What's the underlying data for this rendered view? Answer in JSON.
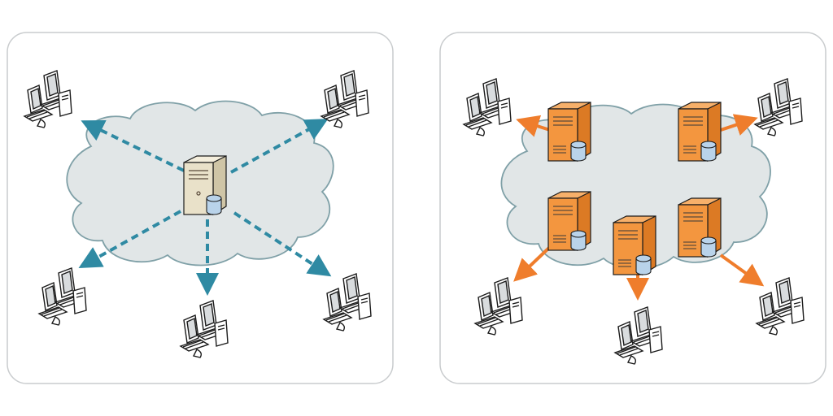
{
  "colors": {
    "panel_border": "#c9ccce",
    "panel_fill": "#ffffff",
    "cloud_fill": "#e1e6e7",
    "cloud_stroke": "#7fa0a7",
    "central_link": "#2f8aa3",
    "distributed_link": "#ef7d2c",
    "server_central_front": "#e9e1c9",
    "server_central_side": "#cfc5a6",
    "server_distributed_front": "#f3963f",
    "server_distributed_side": "#dc7a24",
    "database_fill": "#b9d3ea",
    "monitor_fill": "#d9dcde",
    "device_outline": "#1b1b1b"
  },
  "diagrams": [
    {
      "id": "centralized",
      "icons": {
        "server": "server-icon",
        "database": "database-icon",
        "client": "computer-icon"
      },
      "servers": 1,
      "clients": 5,
      "link_style": "dashed-arrow"
    },
    {
      "id": "distributed",
      "icons": {
        "server": "server-icon",
        "database": "database-icon",
        "client": "computer-icon"
      },
      "servers": 5,
      "clients": 5,
      "link_style": "solid-arrow"
    }
  ]
}
